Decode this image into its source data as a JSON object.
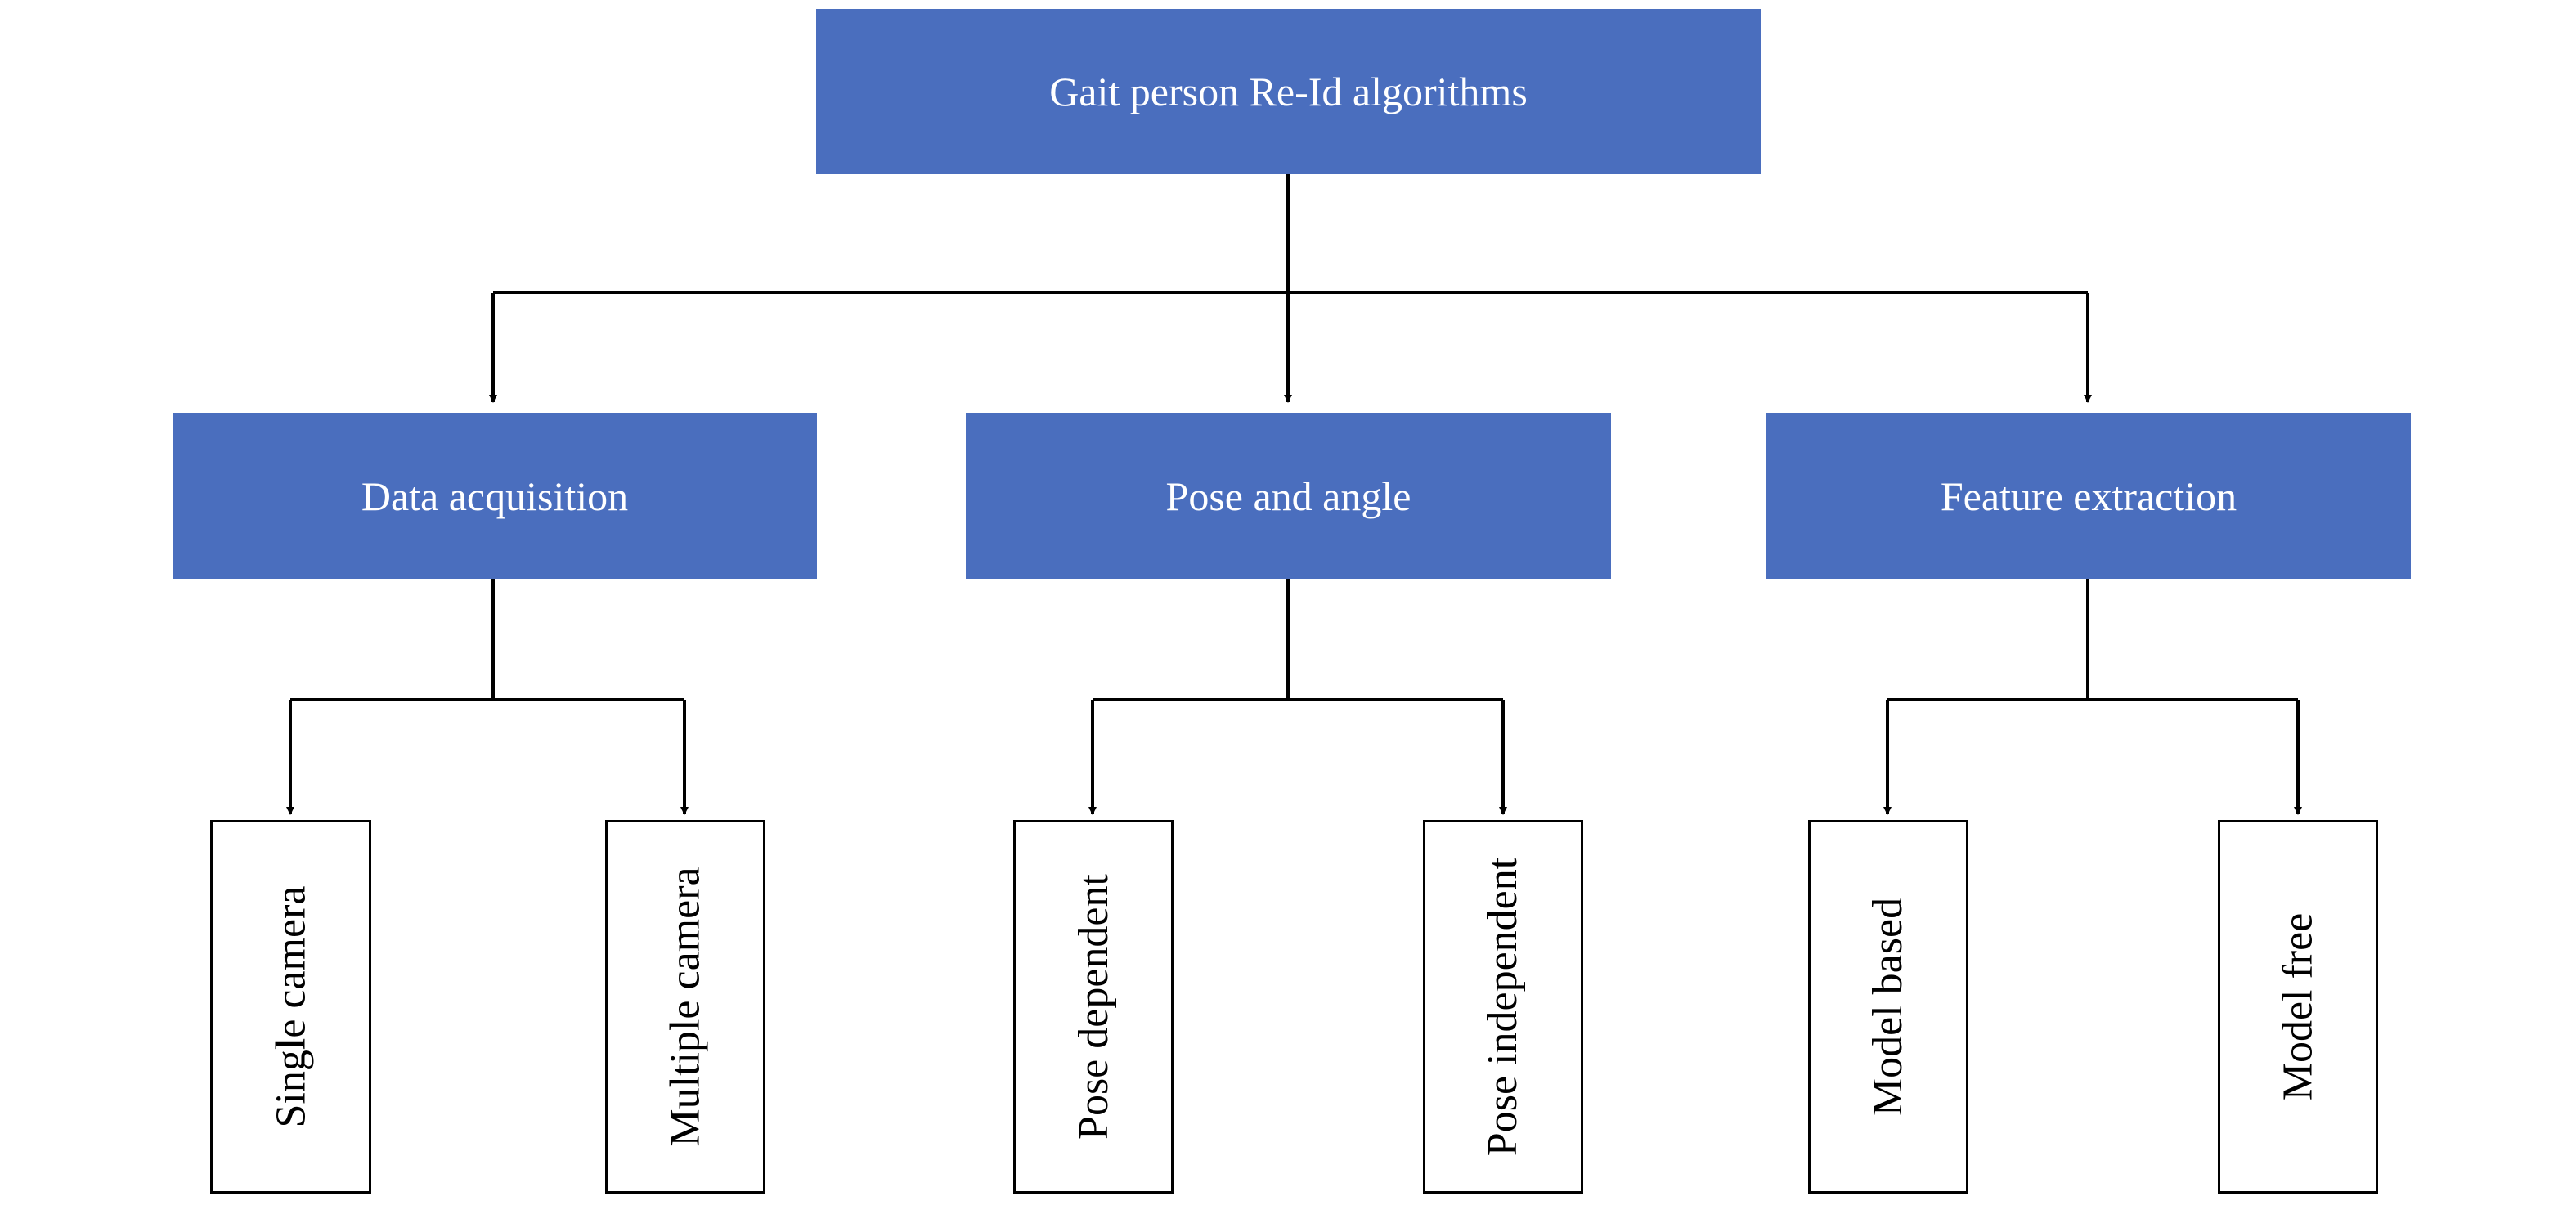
{
  "colors": {
    "box_fill": "#4A6EBE",
    "box_text": "#FFFFFF",
    "line": "#000000"
  },
  "root": {
    "label": "Gait person Re-Id algorithms"
  },
  "categories": [
    {
      "label": "Data acquisition",
      "children": [
        {
          "label": "Single camera"
        },
        {
          "label": "Multiple camera"
        }
      ]
    },
    {
      "label": "Pose and angle",
      "children": [
        {
          "label": "Pose dependent"
        },
        {
          "label": "Pose independent"
        }
      ]
    },
    {
      "label": "Feature extraction",
      "children": [
        {
          "label": "Model based"
        },
        {
          "label": "Model free"
        }
      ]
    }
  ]
}
